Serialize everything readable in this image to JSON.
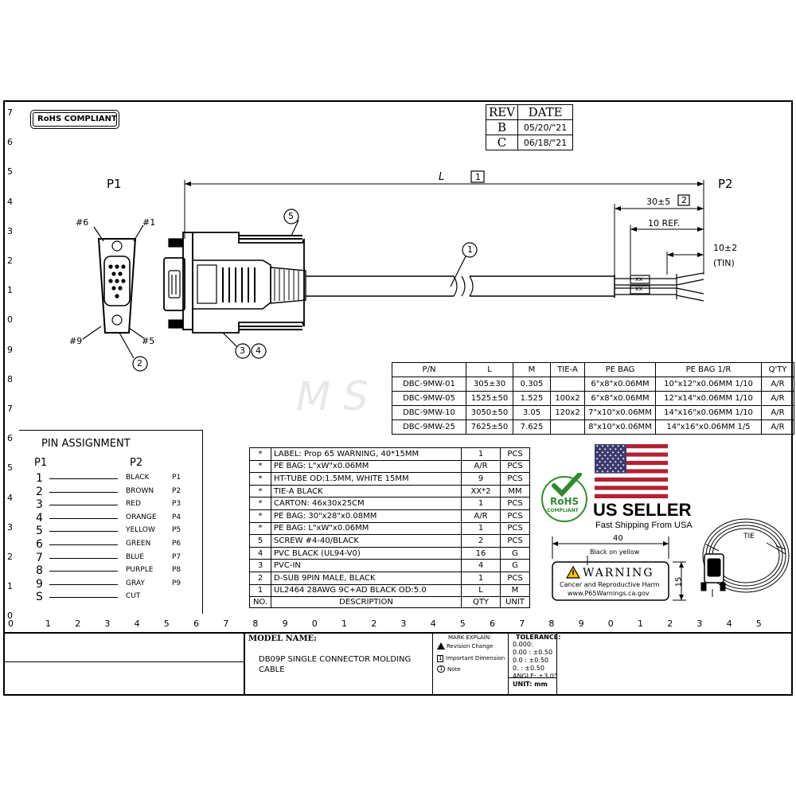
{
  "rohs_label": "RoHS COMPLIANT",
  "rev_table": {
    "headers": [
      "REV",
      "DATE"
    ],
    "rows": [
      [
        "B",
        "05/20/\"21"
      ],
      [
        "C",
        "06/18/\"21"
      ]
    ]
  },
  "labels": {
    "p1": "P1",
    "p2": "P2",
    "length": "L",
    "length_note": "1",
    "strip_dim": "30±5",
    "strip_note": "2",
    "ref_dim": "10 REF.",
    "tin_dim": "10±2",
    "tin": "(TIN)",
    "xx": "xx",
    "pin6": "#6",
    "pin1": "#1",
    "pin9": "#9",
    "pin5": "#5",
    "balloon1": "1",
    "balloon2": "2",
    "balloon5": "5",
    "balloon3": "3",
    "balloon4": "4"
  },
  "ruler": {
    "left": [
      "7",
      "6",
      "5",
      "4",
      "3",
      "2",
      "1",
      "0",
      "9",
      "8",
      "7",
      "6",
      "5",
      "4",
      "3",
      "2",
      "1",
      "0"
    ],
    "bottom": [
      "1",
      "2",
      "3",
      "4",
      "5",
      "6",
      "7",
      "8",
      "9",
      "0",
      "1",
      "2",
      "3",
      "4",
      "5",
      "6",
      "7",
      "8",
      "9",
      "0",
      "1",
      "2",
      "3",
      "4",
      "5"
    ]
  },
  "pn_table": {
    "headers": [
      "P/N",
      "L",
      "M",
      "TIE-A",
      "PE BAG",
      "PE BAG 1/R",
      "Q'TY"
    ],
    "rows": [
      [
        "DBC-9MW-01",
        "305±30",
        "0.305",
        "",
        "6\"x8\"x0.06MM",
        "10\"x12\"x0.06MM  1/10",
        "A/R"
      ],
      [
        "DBC-9MW-05",
        "1525±50",
        "1.525",
        "100x2",
        "6\"x8\"x0.06MM",
        "12\"x14\"x0.06MM  1/10",
        "A/R"
      ],
      [
        "DBC-9MW-10",
        "3050±50",
        "3.05",
        "120x2",
        "7\"x10\"x0.06MM",
        "14\"x16\"x0.06MM  1/10",
        "A/R"
      ],
      [
        "DBC-9MW-25",
        "7625±50",
        "7.625",
        "",
        "8\"x10\"x0.06MM",
        "14\"x16\"x0.06MM  1/5",
        "A/R"
      ]
    ]
  },
  "pin_assignment": {
    "title": "PIN ASSIGNMENT",
    "col_p1": "P1",
    "col_p2": "P2",
    "rows": [
      {
        "p1": "1",
        "color": "BLACK",
        "p2": "P1"
      },
      {
        "p1": "2",
        "color": "BROWN",
        "p2": "P2"
      },
      {
        "p1": "3",
        "color": "RED",
        "p2": "P3"
      },
      {
        "p1": "4",
        "color": "ORANGE",
        "p2": "P4"
      },
      {
        "p1": "5",
        "color": "YELLOW",
        "p2": "P5"
      },
      {
        "p1": "6",
        "color": "GREEN",
        "p2": "P6"
      },
      {
        "p1": "7",
        "color": "BLUE",
        "p2": "P7"
      },
      {
        "p1": "8",
        "color": "PURPLE",
        "p2": "P8"
      },
      {
        "p1": "9",
        "color": "GRAY",
        "p2": "P9"
      },
      {
        "p1": "S",
        "color": "CUT",
        "p2": ""
      }
    ]
  },
  "bom": {
    "rows": [
      [
        "*",
        "LABEL: Prop 65 WARNING, 40*15MM",
        "1",
        "PCS"
      ],
      [
        "*",
        "PE BAG: L\"xW\"x0.06MM",
        "A/R",
        "PCS"
      ],
      [
        "*",
        "HT-TUBE OD:1.5MM, WHITE 15MM",
        "9",
        "PCS"
      ],
      [
        "*",
        "TIE-A BLACK",
        "XX*2",
        "MM"
      ],
      [
        "*",
        "CARTON: 46x30x25CM",
        "1",
        "PCS"
      ],
      [
        "*",
        "PE BAG: 30\"x28\"x0.08MM",
        "A/R",
        "PCS"
      ],
      [
        "*",
        "PE BAG: L\"xW\"x0.06MM",
        "1",
        "PCS"
      ],
      [
        "5",
        "SCREW #4-40/BLACK",
        "2",
        "PCS"
      ],
      [
        "4",
        "PVC BLACK (UL94-V0)",
        "16",
        "G"
      ],
      [
        "3",
        "PVC-IN",
        "4",
        "G"
      ],
      [
        "2",
        "D-SUB 9PIN MALE, BLACK",
        "1",
        "PCS"
      ],
      [
        "1",
        "UL2464 28AWG 9C+AD BLACK OD:5.0",
        "L",
        "M"
      ]
    ],
    "footer": [
      "NO.",
      "DESCRIPTION",
      "QTY",
      "UNIT"
    ]
  },
  "badge": {
    "rohs": "RoHS",
    "compliant": "COMPLIANT",
    "us_seller": "US SELLER",
    "shipping": "Fast Shipping From USA"
  },
  "warning_label": {
    "width_dim": "40",
    "height_dim": "15",
    "note": "Black on yellow",
    "title": "WARNING",
    "line1": "Cancer and Reproductive Harm",
    "line2": "www.P65Warnings.ca.gov",
    "tie": "TIE"
  },
  "title_block": {
    "model_label": "MODEL NAME:",
    "model_line1": "DB09P SINGLE CONNECTOR MOLDING",
    "model_line2": "CABLE",
    "mark_title": "MARK EXPLAIN:",
    "mark1": "Revision Change",
    "mark2": "Important Dimension",
    "mark3": "Note",
    "mark2_num": "1",
    "mark3_num": "1",
    "tol_title": "TOLERANCE:",
    "tol_lines": [
      "0.000:",
      "0.00  : ±0.50",
      "0.0    : ±0.50",
      "0.      : ±0.50",
      "ANGLE: ±3.0°"
    ],
    "unit": "UNIT:  mm"
  },
  "colors": {
    "flag_red": "#B22234",
    "flag_blue": "#3C3B6E",
    "rohs_green": "#2E8B2E",
    "warning_yellow": "#F2C200"
  },
  "icons": [
    "rohs-checkmark-icon",
    "us-flag-icon",
    "warning-triangle-icon"
  ]
}
